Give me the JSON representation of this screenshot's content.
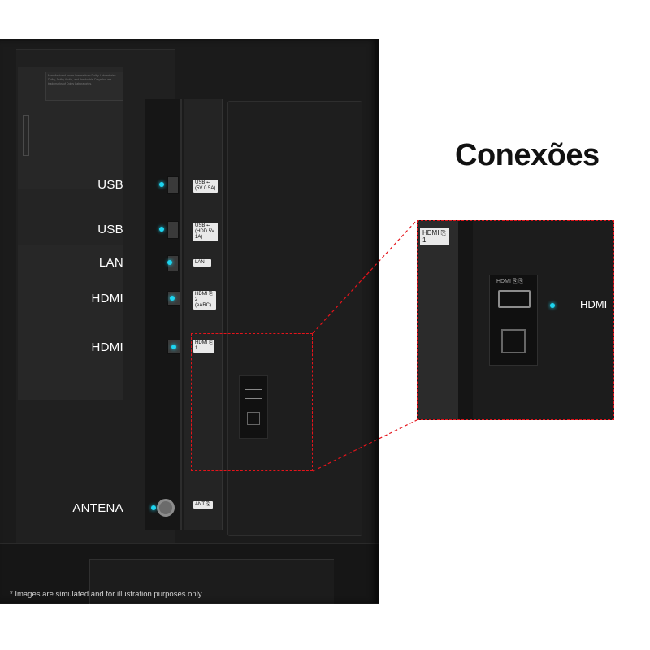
{
  "heading": "Conexões",
  "ports": [
    {
      "label": "USB",
      "chip": "USB ⭠ (5V 0.5A)"
    },
    {
      "label": "USB",
      "chip": "USB ⭠ (HDD 5V 1A)"
    },
    {
      "label": "LAN",
      "chip": "LAN"
    },
    {
      "label": "HDMI",
      "chip": "HDMI ⎘ 2 (eARC)"
    },
    {
      "label": "HDMI",
      "chip": "HDMI ⎘ 1"
    },
    {
      "label": "ANTENA",
      "chip": "ANT ⎘"
    }
  ],
  "zoom": {
    "chip": "HDMI ⎘ 1",
    "port_label": "HDMI",
    "tag": "HDMI ⎘ ⎘"
  },
  "license_text": "Manufactured under license from Dolby Laboratories. Dolby, Dolby Audio, and the double-D symbol are trademarks of Dolby Laboratories.",
  "disclaimer": "* Images are simulated and for illustration purposes only.",
  "colors": {
    "accent": "#1dd5f0",
    "callout": "#e5141b",
    "panel": "#1b1b1b"
  }
}
